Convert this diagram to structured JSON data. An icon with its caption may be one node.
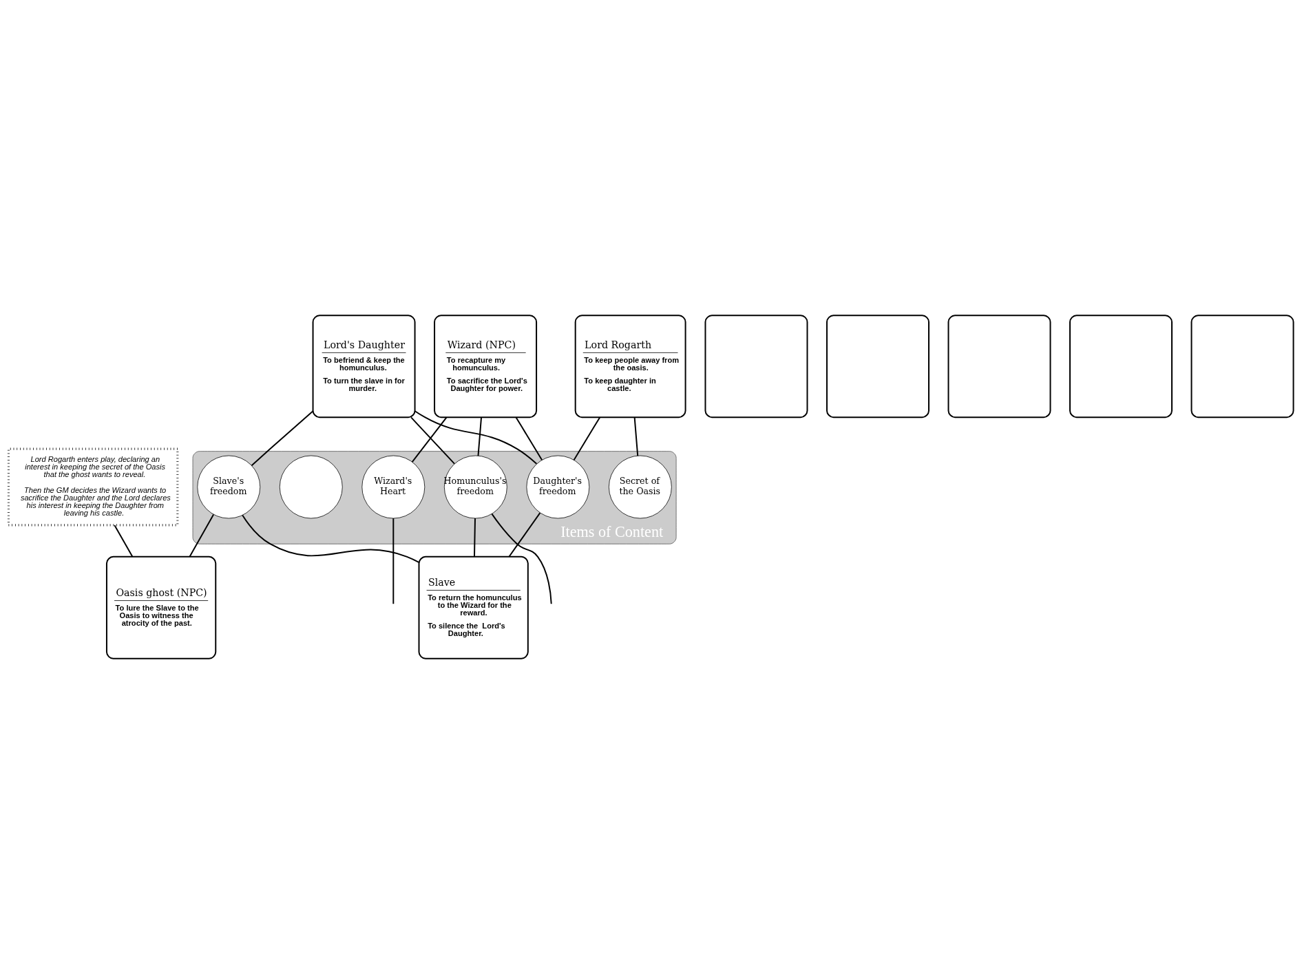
{
  "diagram": {
    "nodes": [
      {
        "text": [
          "Items of Content"
        ]
      },
      {
        "text": [
          "Wizard (NPC)",
          "To recapture my homunculus.",
          "To sacrifice the Lord's Daughter for power."
        ]
      },
      {
        "text": [],
        "shape": "scroll"
      },
      {
        "text": [
          "Lord's Daughter",
          "To befriend & keep the homunculus.",
          "To turn the slave in for murder."
        ]
      },
      {
        "text": [
          "Lord Rogarth",
          "To keep people away from the oasis.",
          "To keep daughter in castle."
        ]
      },
      {
        "text": [],
        "shape": "scroll"
      },
      {
        "text": [
          "Homunculus's freedom"
        ],
        "in": 0
      },
      {
        "text": [
          "Daughter's freedom"
        ],
        "in": 0
      },
      {
        "text": [
          "Wizard's Heart"
        ],
        "in": 0
      },
      {
        "text": [
          "Secret of the Oasis"
        ],
        "in": 0
      },
      {
        "text": [],
        "shape": "scroll"
      },
      {
        "text": [],
        "shape": "circle",
        "in": 0
      },
      {
        "text": [
          "Slave's freedom"
        ],
        "in": 0
      },
      {
        "text": [
          "Lord Rogarth enters play, declaring an interest in keeping the secret of the Oasis that the ghost wants to reveal.",
          "Then the GM decides the Wizard wants to sacrifice the Daughter and the Lord declares his interest in keeping the Daughter from leaving his castle."
        ]
      },
      {
        "text": [
          "Slave",
          "To return the homunculus to the Wizard for the reward.",
          "To silence the  Lord's Daughter."
        ]
      },
      {
        "text": [],
        "shape": "scroll"
      },
      {
        "text": [
          "Oasis ghost (NPC)",
          "To lure the Slave to the Oasis to witness the atrocity of the past."
        ]
      },
      {
        "text": [],
        "shape": "scroll"
      }
    ],
    "edges": [
      {
        "from": 1,
        "to": 8,
        "arrow": "none"
      },
      {
        "from": 1,
        "to": 6,
        "arrow": "none"
      },
      {
        "from": 1,
        "to": 7,
        "arrow": "none"
      },
      {
        "from": 3,
        "to": 6,
        "arrow": "none"
      },
      {
        "from": 3,
        "to": 7,
        "arrow": "none"
      },
      {
        "from": 3,
        "to": 12,
        "arrow": "none"
      },
      {
        "from": 4,
        "to": 7,
        "arrow": "none"
      },
      {
        "from": 4,
        "to": 9,
        "arrow": "none"
      },
      {
        "from": 6,
        "to": null,
        "arrow": "none"
      },
      {
        "from": 8,
        "to": null,
        "arrow": "none"
      },
      {
        "from": 6,
        "to": 14,
        "arrow": "none"
      },
      {
        "from": 7,
        "to": 14,
        "arrow": "none"
      },
      {
        "from": 12,
        "to": 14,
        "arrow": "none"
      },
      {
        "from": 12,
        "to": 16,
        "arrow": "none"
      },
      {
        "from": 13,
        "to": 16,
        "arrow": "none"
      }
    ]
  }
}
